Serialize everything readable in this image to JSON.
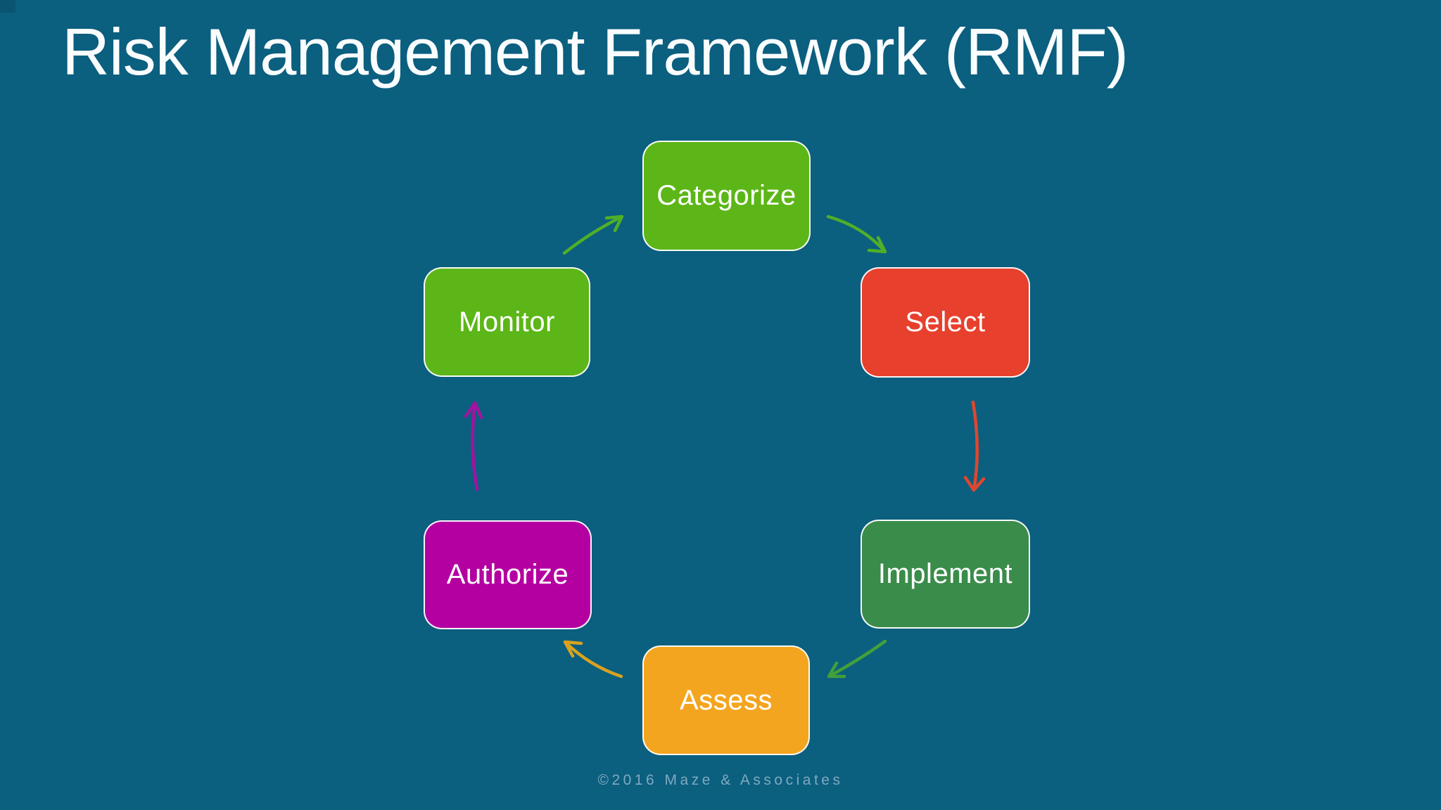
{
  "slide": {
    "title": "Risk Management Framework (RMF)",
    "footer": "©2016 Maze & Associates",
    "background_color": "#0B5F7F",
    "title_color": "#FAFDFE",
    "footer_color": "#7FA9BE"
  },
  "diagram": {
    "type": "cycle",
    "steps": [
      {
        "id": "categorize",
        "label": "Categorize",
        "color": "#5CB617",
        "text_color": "#FFFFFF"
      },
      {
        "id": "select",
        "label": "Select",
        "color": "#E7402D",
        "text_color": "#FFFFFF"
      },
      {
        "id": "implement",
        "label": "Implement",
        "color": "#3A8C4A",
        "text_color": "#FFFFFF"
      },
      {
        "id": "assess",
        "label": "Assess",
        "color": "#F4A51F",
        "text_color": "#FFFFFF"
      },
      {
        "id": "authorize",
        "label": "Authorize",
        "color": "#B400A1",
        "text_color": "#FFFFFF"
      },
      {
        "id": "monitor",
        "label": "Monitor",
        "color": "#5CB617",
        "text_color": "#FFFFFF"
      }
    ],
    "arrows": [
      {
        "from": "Monitor",
        "to": "Categorize",
        "color": "#4FAF28"
      },
      {
        "from": "Categorize",
        "to": "Select",
        "color": "#4FAF28"
      },
      {
        "from": "Select",
        "to": "Implement",
        "color": "#DF462F"
      },
      {
        "from": "Implement",
        "to": "Assess",
        "color": "#41A03A"
      },
      {
        "from": "Assess",
        "to": "Authorize",
        "color": "#D8A21F"
      },
      {
        "from": "Authorize",
        "to": "Monitor",
        "color": "#A313A1"
      }
    ]
  }
}
